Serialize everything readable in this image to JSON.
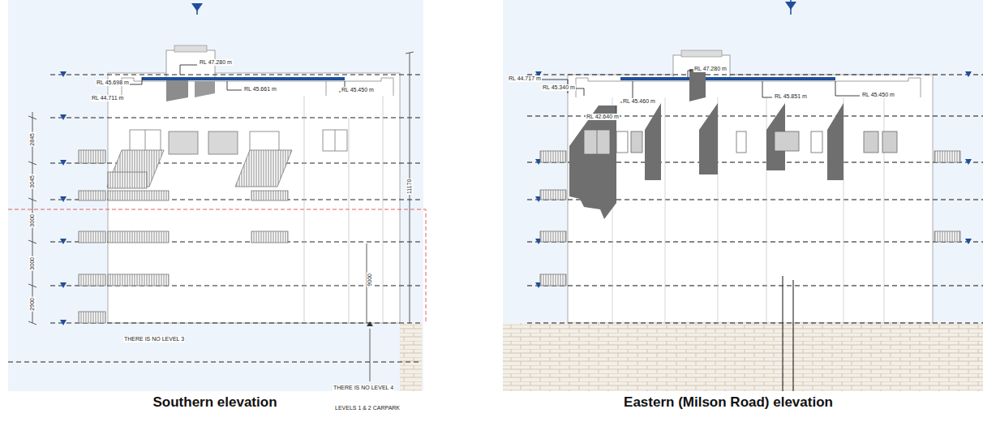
{
  "diagram": {
    "labels": [
      "RL 47.280 m",
      "RL 45.698 m",
      "RL 44.711 m",
      "RL 45.661 m",
      "RL 45.450 m",
      "RL 44.717 m",
      "RL 45.340 m",
      "RL 47.280 m",
      "RL 45.460 m",
      "RL 45.851 m",
      "RL 45.450 m",
      "RL 42.640 m",
      "THERE IS NO LEVEL 3",
      "THERE IS NO LEVEL 4",
      "LEVELS 1 & 2 CARPARK",
      "2845",
      "3045",
      "3000",
      "3000",
      "2900",
      "11170",
      "9000",
      "Southern elevation",
      "Eastern (Milson Road) elevation"
    ]
  }
}
